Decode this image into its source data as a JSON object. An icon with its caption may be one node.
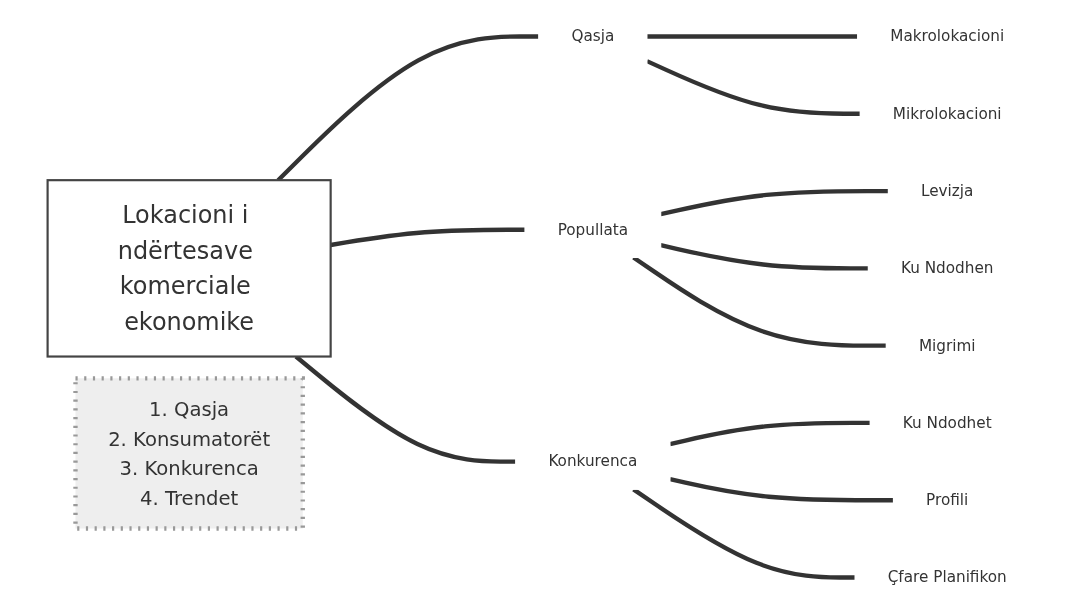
{
  "diagram": {
    "nodes": [
      {
        "text": [
          "Lokacioni i ndërtesave komerciale ekonomike"
        ]
      },
      {
        "text": [
          "Qasja"
        ]
      },
      {
        "text": [
          "Makrolokacioni"
        ]
      },
      {
        "text": [
          "Mikrolokacioni"
        ]
      },
      {
        "text": [
          "Popullata"
        ]
      },
      {
        "text": [
          "Levizja"
        ]
      },
      {
        "text": [
          "Ku Ndodhen"
        ]
      },
      {
        "text": [
          "Migrimi"
        ]
      },
      {
        "text": [
          "Konkurenca"
        ]
      },
      {
        "text": [
          "Ku Ndodhet"
        ]
      },
      {
        "text": [
          "Profili"
        ]
      },
      {
        "text": [
          "Çfare Planifikon"
        ]
      },
      {
        "text": [
          "1. Qasja",
          "2. Konsumatorët",
          "3. Konkurenca",
          "4. Trendet"
        ]
      }
    ],
    "edges": [
      {
        "from": 0,
        "to": 1,
        "arrow": "none"
      },
      {
        "from": 1,
        "to": 2,
        "arrow": "none"
      },
      {
        "from": 1,
        "to": 3,
        "arrow": "none"
      },
      {
        "from": 0,
        "to": 4,
        "arrow": "none"
      },
      {
        "from": 4,
        "to": 5,
        "arrow": "none"
      },
      {
        "from": 4,
        "to": 6,
        "arrow": "none"
      },
      {
        "from": 4,
        "to": 7,
        "arrow": "none"
      },
      {
        "from": 0,
        "to": 8,
        "arrow": "none"
      },
      {
        "from": 8,
        "to": 9,
        "arrow": "none"
      },
      {
        "from": 8,
        "to": 10,
        "arrow": "none"
      },
      {
        "from": 8,
        "to": 11,
        "arrow": "none"
      }
    ]
  }
}
